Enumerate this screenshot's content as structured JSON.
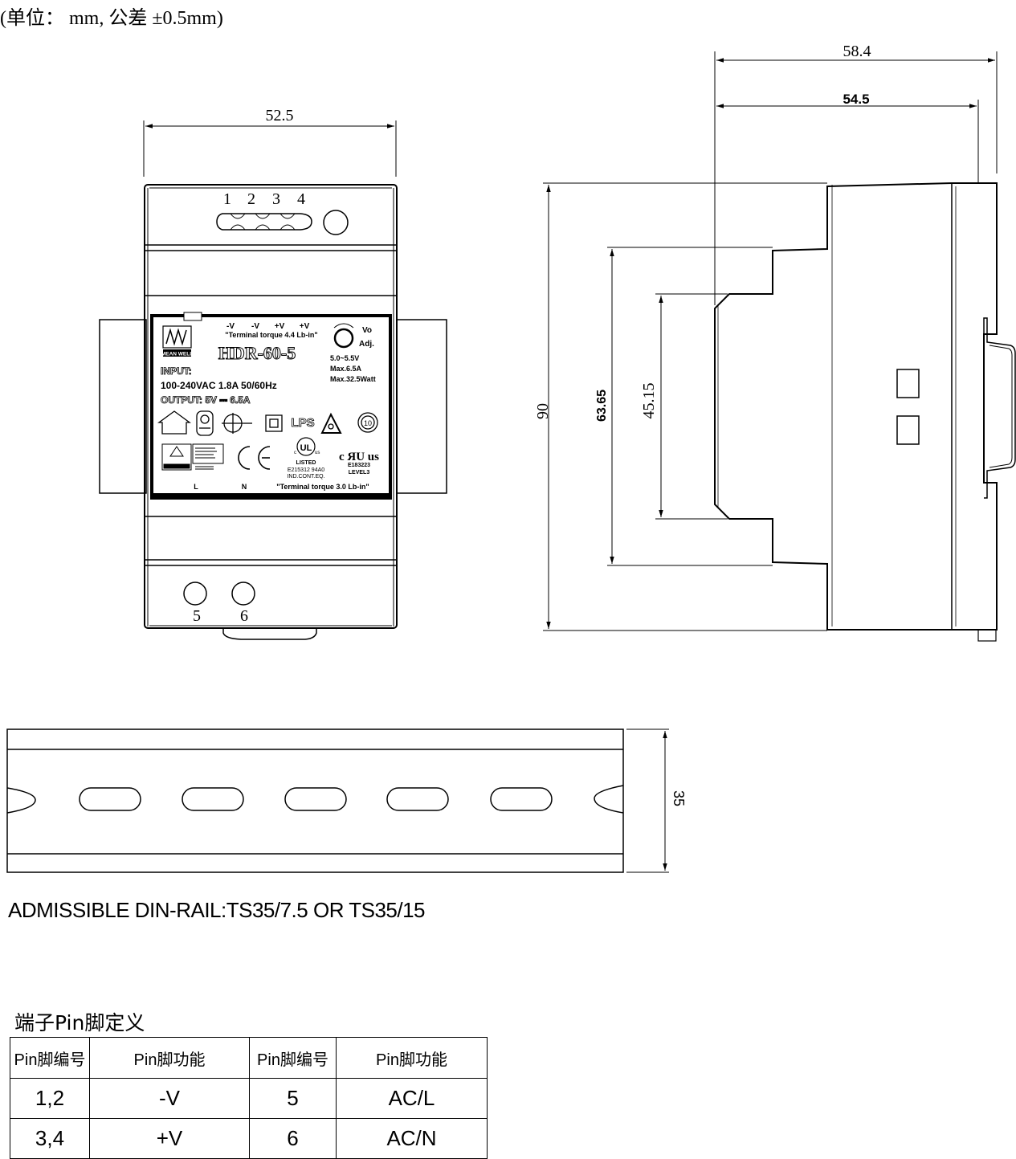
{
  "header": {
    "units_note": "(单位： mm, 公差 ±0.5mm)"
  },
  "front_view": {
    "width_dim": "52.5",
    "top_pins": [
      "1",
      "2",
      "3",
      "4"
    ],
    "bottom_pins": [
      "5",
      "6"
    ],
    "label": {
      "brand": "MEAN WELL",
      "pin_labels": [
        "-V",
        "-V",
        "+V",
        "+V"
      ],
      "torque_top": "\"Terminal torque 4.4 Lb-in\"",
      "model": "HDR-60-5",
      "vo_adj": [
        "Vo",
        "Adj."
      ],
      "vo_specs": [
        "5.0~5.5V",
        "Max.6.5A",
        "Max.32.5Watt"
      ],
      "input_title": "INPUT:",
      "input_spec": "100-240VAC  1.8A  50/60Hz",
      "output_spec": "OUTPUT: 5V ⎓ 6.5A",
      "lps": "LPS",
      "ul_listing": [
        "LISTED",
        "E215312  94A0",
        "IND.CONT.EQ."
      ],
      "ru_listing": [
        "E183223",
        "LEVEL3"
      ],
      "terminal_L": "L",
      "terminal_N": "N",
      "torque_bottom": "\"Terminal torque 3.0 Lb-in\""
    }
  },
  "side_view": {
    "overall_depth": "58.4",
    "body_depth": "54.5",
    "height": "90",
    "step_height_1": "63.65",
    "step_height_2": "45.15"
  },
  "din_rail": {
    "height_dim": "35",
    "caption": "ADMISSIBLE DIN-RAIL:TS35/7.5 OR TS35/15"
  },
  "pin_table": {
    "title": "端子Pin脚定义",
    "headers": [
      "Pin脚编号",
      "Pin脚功能",
      "Pin脚编号",
      "Pin脚功能"
    ],
    "rows": [
      [
        "1,2",
        "-V",
        "5",
        "AC/L"
      ],
      [
        "3,4",
        "+V",
        "6",
        "AC/N"
      ]
    ]
  }
}
